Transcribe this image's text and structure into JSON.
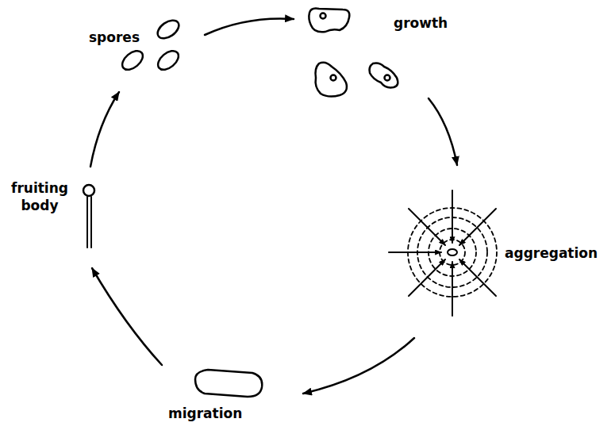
{
  "diagram": {
    "labels": [
      "spores",
      "growth",
      "aggregation",
      "fruiting body",
      "migration"
    ]
  }
}
